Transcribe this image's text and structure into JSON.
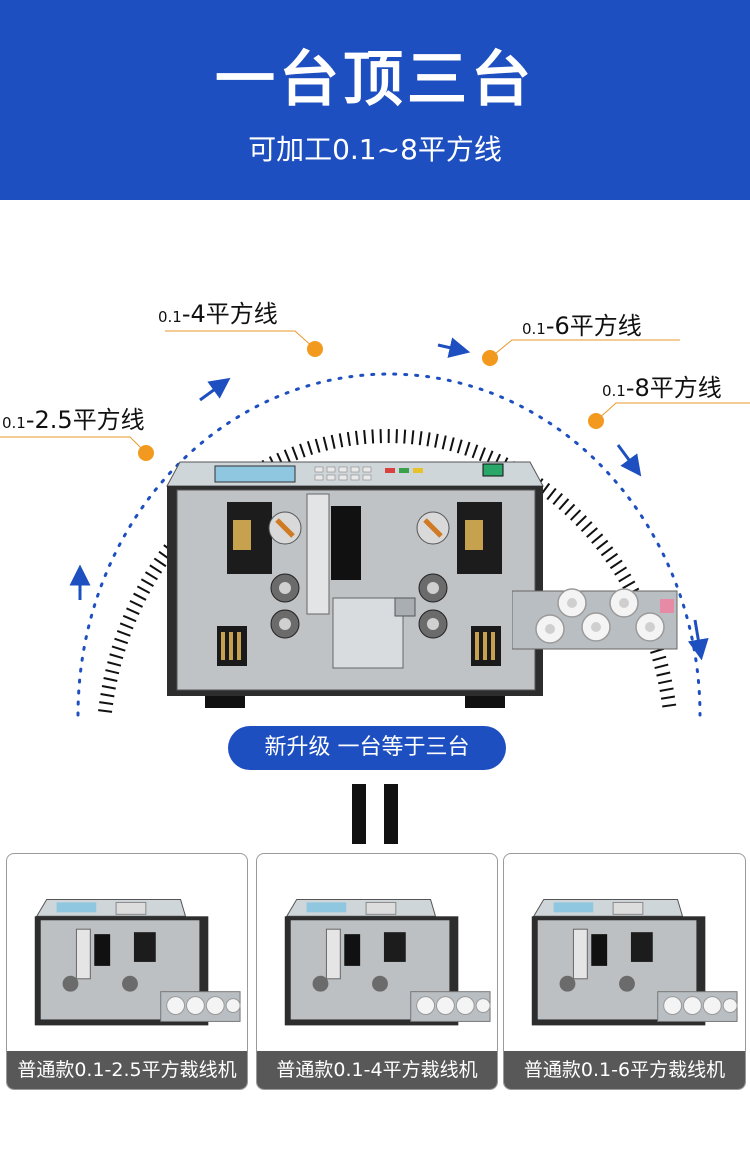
{
  "header": {
    "title": "一台顶三台",
    "subtitle": "可加工0.1~8平方线"
  },
  "arc_labels": [
    {
      "prefix": "0.1",
      "text": "-2.5平方线"
    },
    {
      "prefix": "0.1",
      "text": "-4平方线"
    },
    {
      "prefix": "0.1",
      "text": "-6平方线"
    },
    {
      "prefix": "0.1",
      "text": "-8平方线"
    }
  ],
  "upgrade_badge": "新升级 一台等于三台",
  "cards": [
    {
      "caption": "普通款0.1-2.5平方裁线机"
    },
    {
      "caption": "普通款0.1-4平方裁线机"
    },
    {
      "caption": "普通款0.1-6平方裁线机"
    }
  ],
  "colors": {
    "brand_blue": "#1e4fc0",
    "marker_orange": "#f39a1e",
    "caption_gray": "#585858"
  }
}
